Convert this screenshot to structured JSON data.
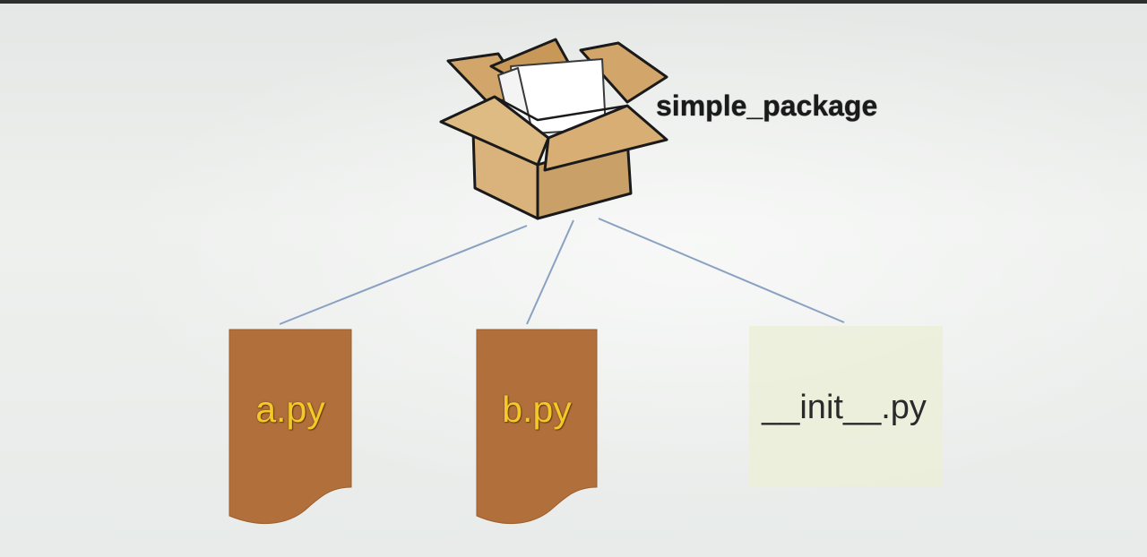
{
  "diagram": {
    "package": {
      "label": "simple_package",
      "icon": "open-cardboard-box-icon"
    },
    "files": [
      {
        "label": "a.py",
        "style": "brown",
        "fill": "#b1703b"
      },
      {
        "label": "b.py",
        "style": "brown",
        "fill": "#b1703b"
      },
      {
        "label": "__init__.py",
        "style": "plain",
        "fill": "#ecefd9"
      }
    ],
    "colors": {
      "connector": "#8aa1c2",
      "box_fill": "#d9b37b",
      "box_outline": "#1a1a1a",
      "label_yellow": "#f1c928"
    }
  }
}
